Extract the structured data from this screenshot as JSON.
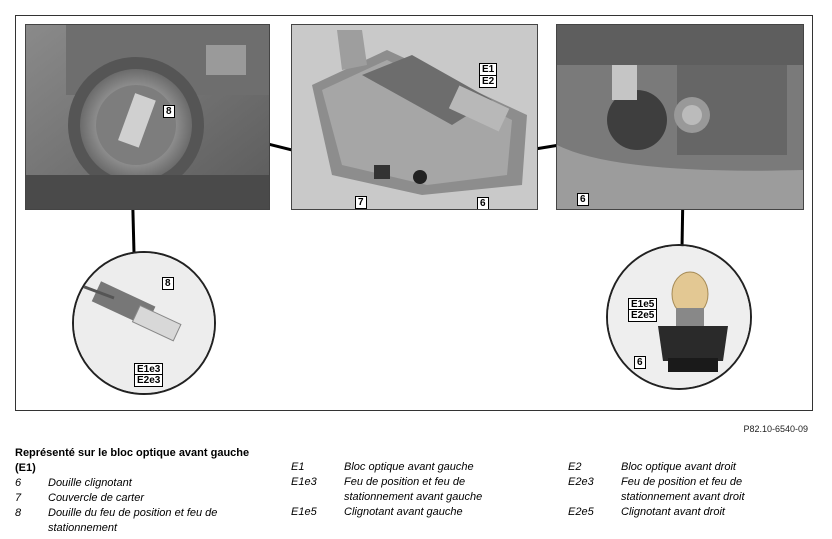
{
  "figure": {
    "callouts": {
      "p1_8": "8",
      "p2_e1": "E1",
      "p2_e2": "E2",
      "p2_7": "7",
      "p2_6": "6",
      "p3_6": "6",
      "c1_8": "8",
      "c1_e1e3": "E1e3",
      "c1_e2e3": "E2e3",
      "c2_e1e5": "E1e5",
      "c2_e2e5": "E2e5",
      "c2_6": "6"
    },
    "reference": "P82.10-6540-09"
  },
  "legend": {
    "heading": "Représenté sur le bloc optique avant gauche (E1)",
    "col1": [
      {
        "key": "6",
        "text": "Douille clignotant"
      },
      {
        "key": "7",
        "text": "Couvercle de carter"
      },
      {
        "key": "8",
        "text": "Douille du feu de position et feu de stationnement"
      }
    ],
    "col2": [
      {
        "key": "E1",
        "text": "Bloc optique avant gauche"
      },
      {
        "key": "E1e3",
        "text": "Feu de position et feu de stationnement avant gauche"
      },
      {
        "key": "E1e5",
        "text": "Clignotant avant gauche"
      }
    ],
    "col3": [
      {
        "key": "E2",
        "text": "Bloc optique avant droit"
      },
      {
        "key": "E2e3",
        "text": "Feu de position et feu de stationnement avant droit"
      },
      {
        "key": "E2e5",
        "text": "Clignotant avant droit"
      }
    ]
  }
}
